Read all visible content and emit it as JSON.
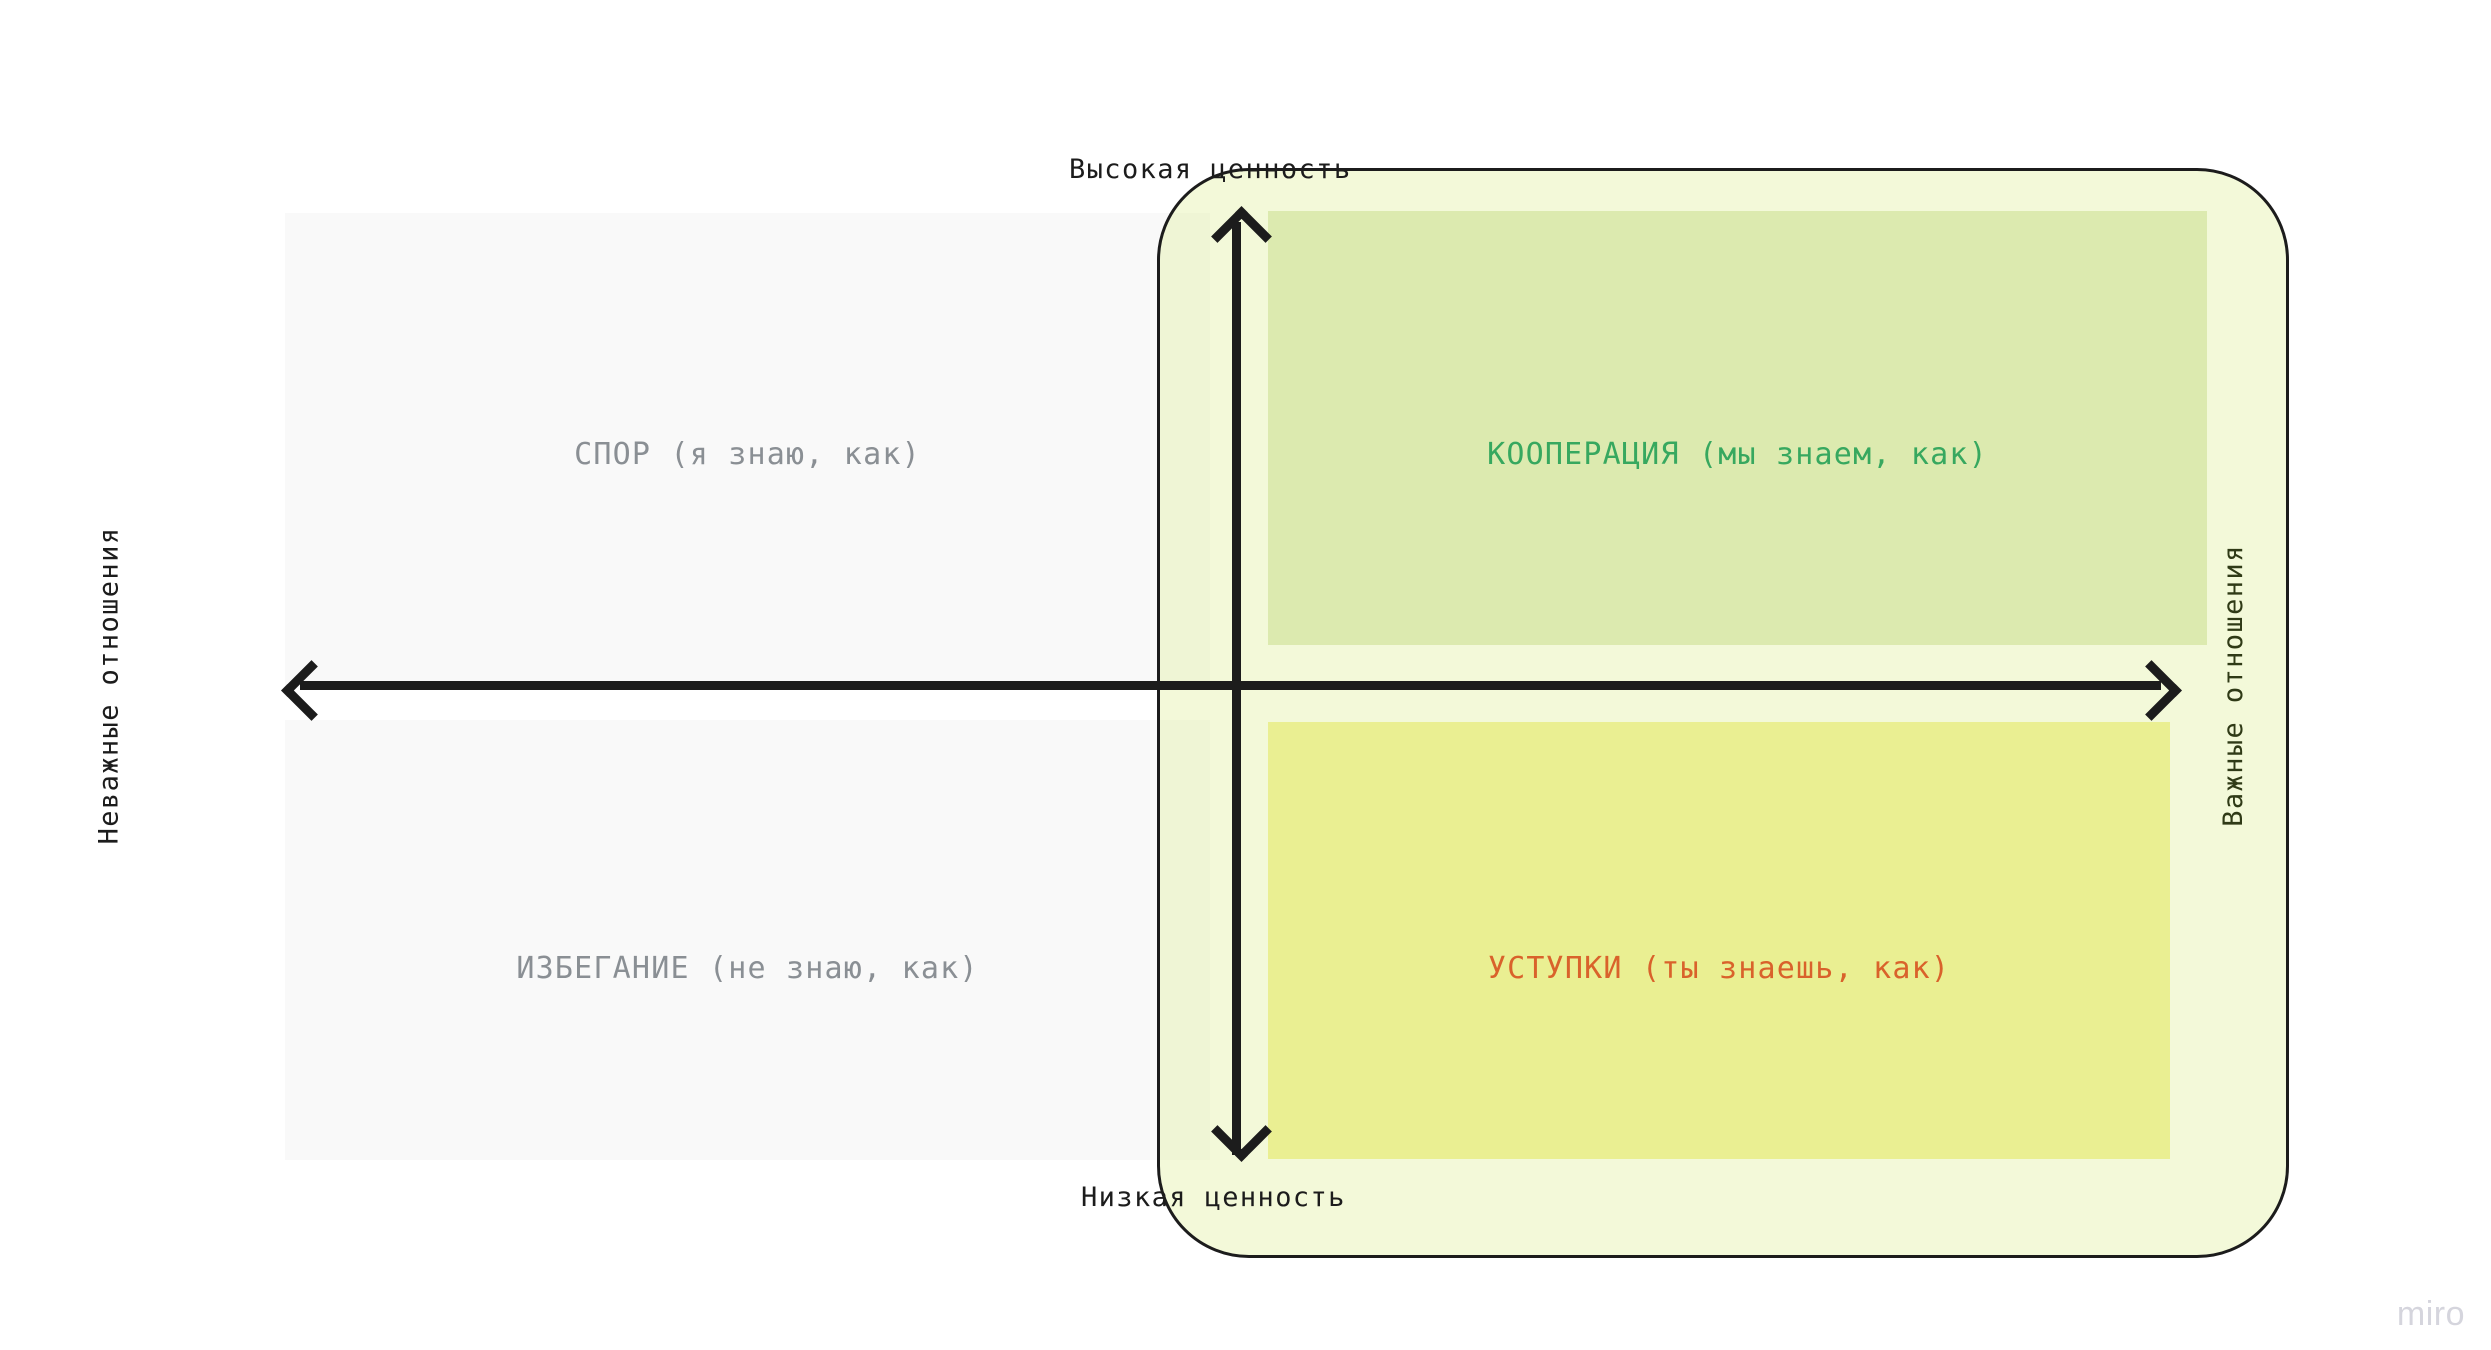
{
  "board": {
    "watermark": "miro"
  },
  "axes": {
    "vertical": {
      "top_label": "Высокая ценность",
      "bottom_label": "Низкая ценность"
    },
    "horizontal": {
      "left_label": "Неважные отношения",
      "right_label": "Важные отношения"
    }
  },
  "quadrants": [
    {
      "id": "top-left",
      "label": "СПОР (я знаю, как)",
      "color": "#8a8f94",
      "fill": "#f9f9f9"
    },
    {
      "id": "top-right",
      "label": "КООПЕРАЦИЯ (мы знаем, как)",
      "color": "#37a85f",
      "fill": "#dfeac3"
    },
    {
      "id": "bottom-left",
      "label": "ИЗБЕГАНИЕ (не знаю, как)",
      "color": "#8a8f94",
      "fill": "#f9f9f9"
    },
    {
      "id": "bottom-right",
      "label": "УСТУПКИ (ты знаешь, как)",
      "color": "#d9622b",
      "fill": "#f3f19a"
    }
  ],
  "highlight": {
    "stroke": "#1c1c1c",
    "fill": "rgba(216, 235, 130, 0.30)"
  }
}
